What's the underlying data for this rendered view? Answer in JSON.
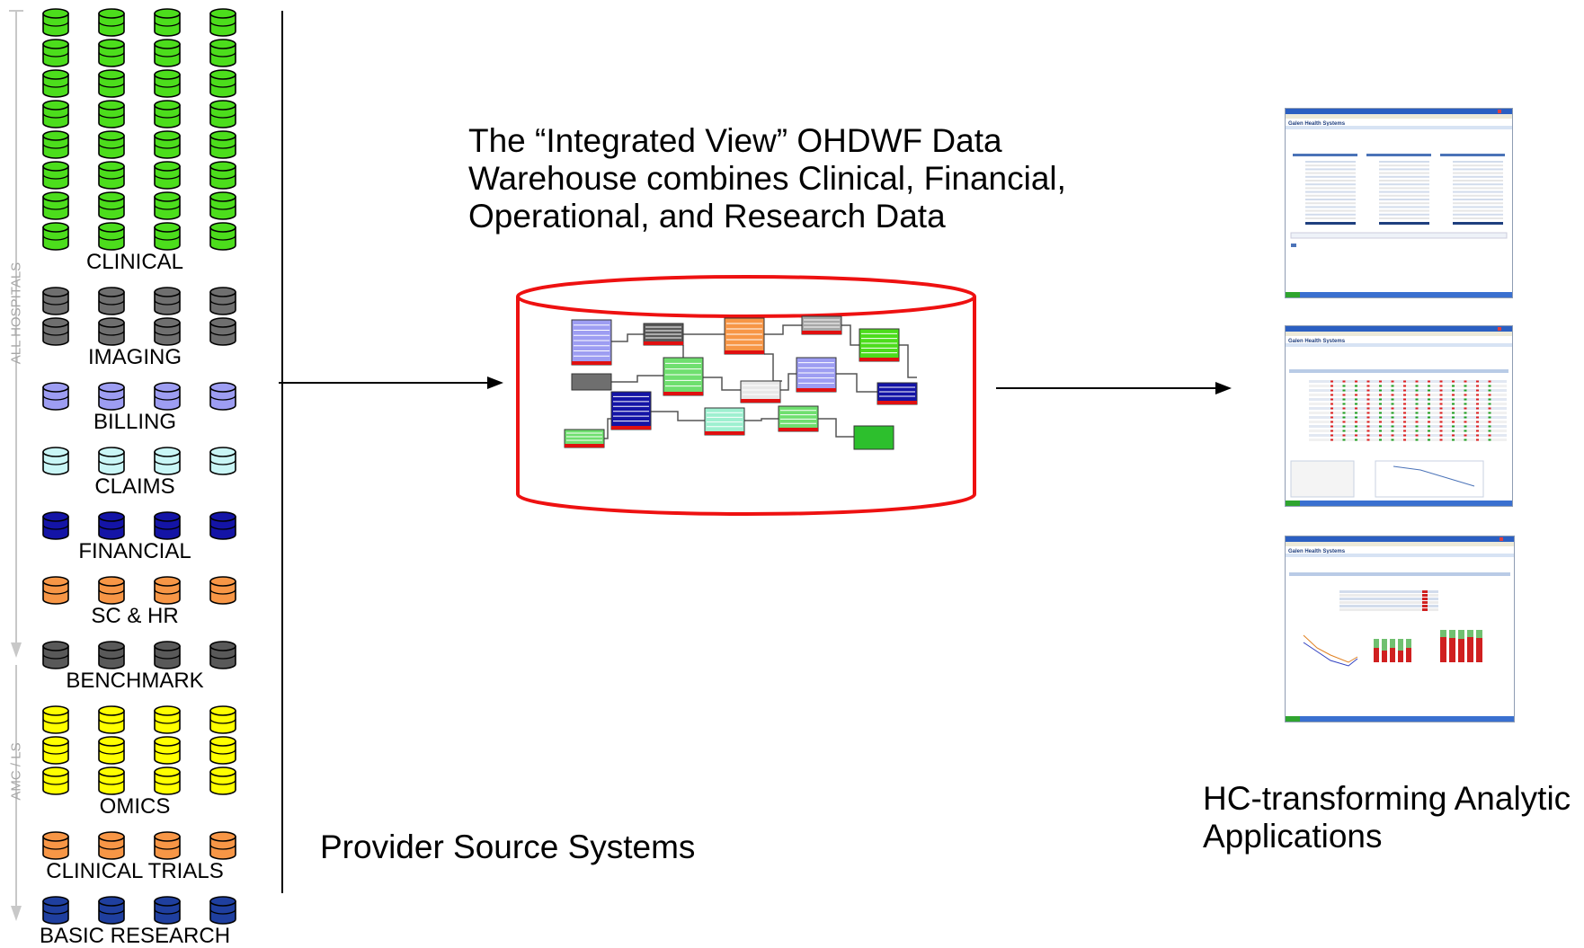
{
  "source_categories": [
    {
      "label": "CLINICAL",
      "color": "#4cdd1c",
      "rows": 8
    },
    {
      "label": "IMAGING",
      "color": "#6f6f6f",
      "rows": 2
    },
    {
      "label": "BILLING",
      "color": "#9d9df2",
      "rows": 1
    },
    {
      "label": "CLAIMS",
      "color": "#c9f6f6",
      "rows": 1
    },
    {
      "label": "FINANCIAL",
      "color": "#1414a6",
      "rows": 1
    },
    {
      "label": "SC & HR",
      "color": "#f79646",
      "rows": 1
    },
    {
      "label": "BENCHMARK",
      "color": "#595959",
      "rows": 1
    },
    {
      "label": "OMICS",
      "color": "#ffff00",
      "rows": 3
    },
    {
      "label": "CLINICAL TRIALS",
      "color": "#f79646",
      "rows": 1
    },
    {
      "label": "BASIC RESEARCH",
      "color": "#1f3f9f",
      "rows": 1
    }
  ],
  "side_axis": {
    "upper_label": "ALL HOSPITALS",
    "lower_label": "AMC / LS"
  },
  "warehouse_caption": "The “Integrated View” OHDWF Data Warehouse combines Clinical, Financial, Operational, and Research Data",
  "warehouse_caption_lines": [
    "The “Integrated View” OHDWF Data",
    "Warehouse combines Clinical, Financial,",
    "Operational, and Research Data"
  ],
  "source_caption": "Provider Source Systems",
  "applications_caption_lines": [
    "HC-transforming Analytic",
    "Applications"
  ],
  "screenshot_titles": [
    "Galen Health Systems",
    "Galen Health Systems",
    "Galen Health Systems"
  ]
}
